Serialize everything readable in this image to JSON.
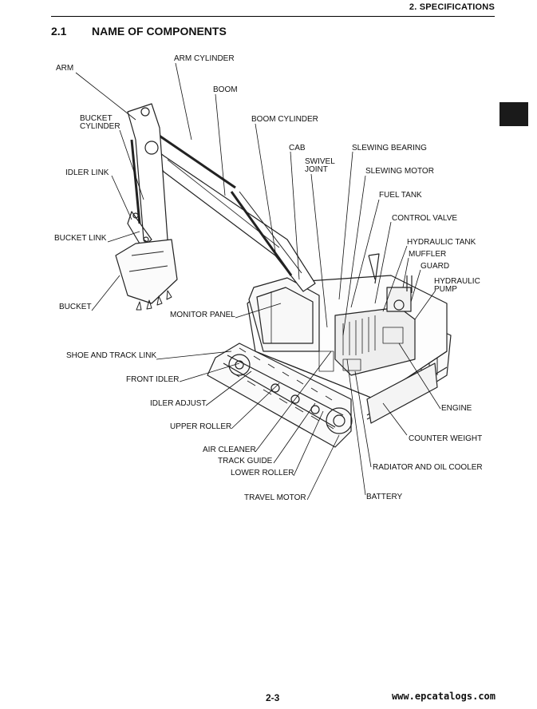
{
  "header": {
    "chapter": "2. SPECIFICATIONS"
  },
  "section": {
    "number": "2.1",
    "title": "NAME OF COMPONENTS"
  },
  "labels": {
    "arm": "ARM",
    "arm_cylinder": "ARM CYLINDER",
    "boom": "BOOM",
    "bucket_cylinder_1": "BUCKET",
    "bucket_cylinder_2": "CYLINDER",
    "boom_cylinder": "BOOM CYLINDER",
    "cab": "CAB",
    "swivel_joint_1": "SWIVEL",
    "swivel_joint_2": "JOINT",
    "slewing_bearing": "SLEWING BEARING",
    "slewing_motor": "SLEWING MOTOR",
    "idler_link": "IDLER LINK",
    "fuel_tank": "FUEL TANK",
    "control_valve": "CONTROL VALVE",
    "bucket_link": "BUCKET LINK",
    "hydraulic_tank": "HYDRAULIC TANK",
    "muffler": "MUFFLER",
    "guard": "GUARD",
    "hydraulic_pump_1": "HYDRAULIC",
    "hydraulic_pump_2": "PUMP",
    "bucket": "BUCKET",
    "monitor_panel": "MONITOR PANEL",
    "shoe_and_track_link": "SHOE AND TRACK LINK",
    "front_idler": "FRONT IDLER",
    "idler_adjust": "IDLER ADJUST",
    "engine": "ENGINE",
    "upper_roller": "UPPER ROLLER",
    "counter_weight": "COUNTER WEIGHT",
    "air_cleaner": "AIR CLEANER",
    "track_guide": "TRACK GUIDE",
    "radiator_and_oil_cooler": "RADIATOR AND OIL COOLER",
    "lower_roller": "LOWER ROLLER",
    "travel_motor": "TRAVEL MOTOR",
    "battery": "BATTERY"
  },
  "footer": {
    "page": "2-3",
    "watermark": "www.epcatalogs.com"
  }
}
